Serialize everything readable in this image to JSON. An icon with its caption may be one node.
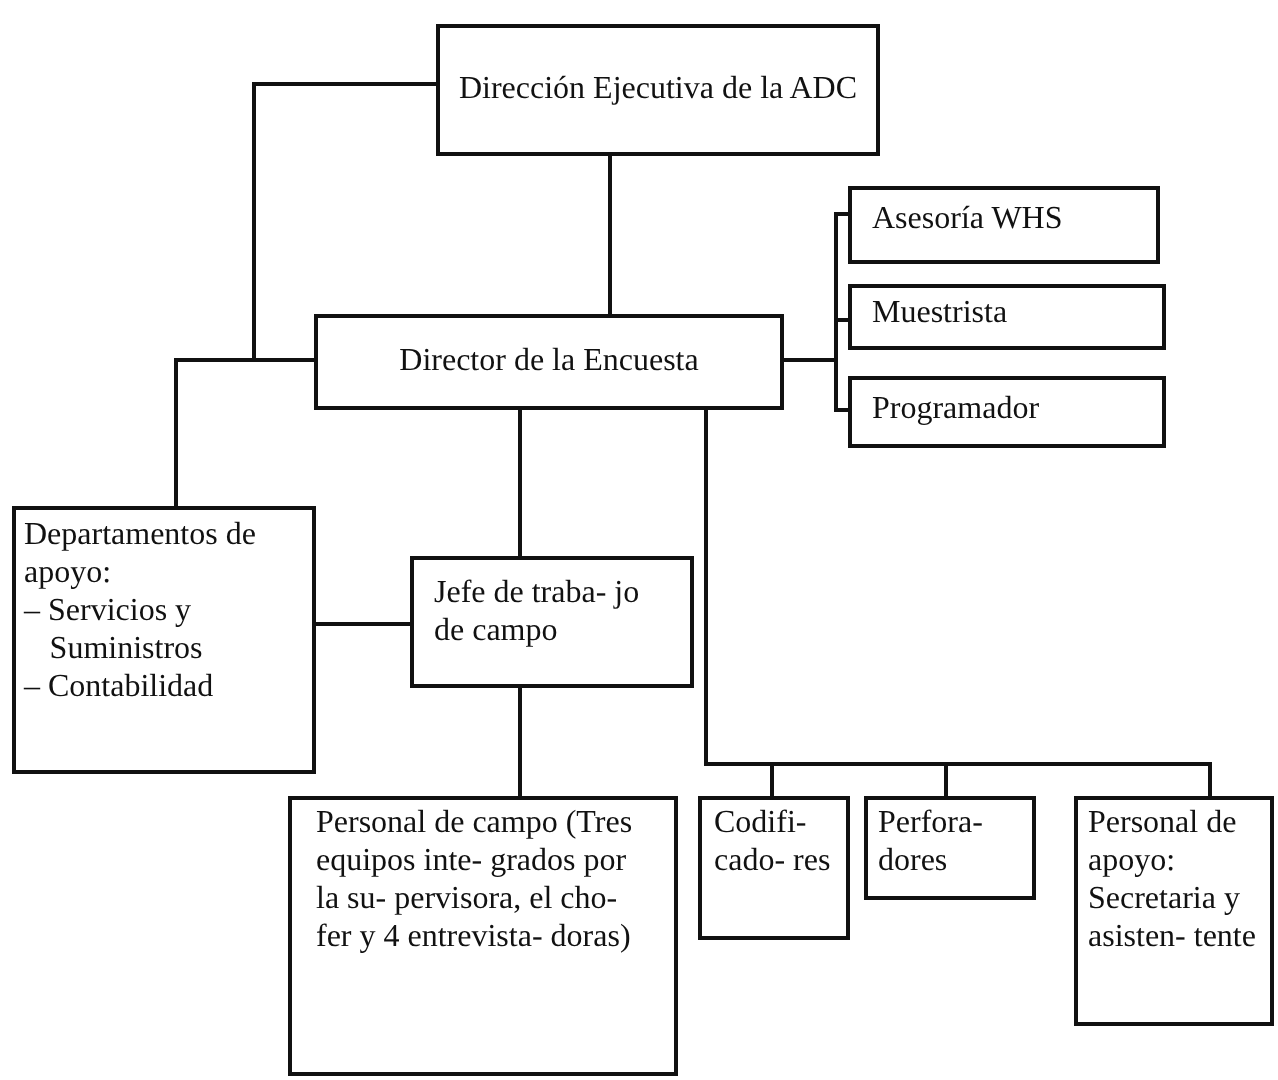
{
  "diagram": {
    "nodes": [
      {
        "text": [
          "Dirección Ejecutiva de la ADC"
        ]
      },
      {
        "text": [
          "Director de la Encuesta"
        ]
      },
      {
        "text": [
          "Asesoría WHS"
        ]
      },
      {
        "text": [
          "Muestrista"
        ]
      },
      {
        "text": [
          "Programador"
        ]
      },
      {
        "text": [
          "Departamentos de apoyo:",
          "– Servicios y Suministros",
          "– Contabilidad"
        ]
      },
      {
        "text": [
          "Jefe de traba- jo de campo"
        ]
      },
      {
        "text": [
          "Personal de campo (Tres equipos inte- grados por la su- pervisora, el cho- fer y 4 entrevista- doras)"
        ]
      },
      {
        "text": [
          "Codifi- cado- res"
        ]
      },
      {
        "text": [
          "Perfora- dores"
        ]
      },
      {
        "text": [
          "Personal de apoyo: Secretaria y asisten- tente"
        ]
      }
    ],
    "edges": [
      {
        "from": 0,
        "to": 1,
        "arrow": "none"
      },
      {
        "from": 0,
        "to": 5,
        "arrow": "none"
      },
      {
        "from": 1,
        "to": 5,
        "arrow": "none"
      },
      {
        "from": 1,
        "to": 2,
        "arrow": "none"
      },
      {
        "from": 1,
        "to": 3,
        "arrow": "none"
      },
      {
        "from": 1,
        "to": 4,
        "arrow": "none"
      },
      {
        "from": 1,
        "to": 6,
        "arrow": "none"
      },
      {
        "from": 5,
        "to": 6,
        "arrow": "none"
      },
      {
        "from": 6,
        "to": 7,
        "arrow": "none"
      },
      {
        "from": 1,
        "to": 8,
        "arrow": "none"
      },
      {
        "from": 1,
        "to": 9,
        "arrow": "none"
      },
      {
        "from": 1,
        "to": 10,
        "arrow": "none"
      }
    ]
  }
}
